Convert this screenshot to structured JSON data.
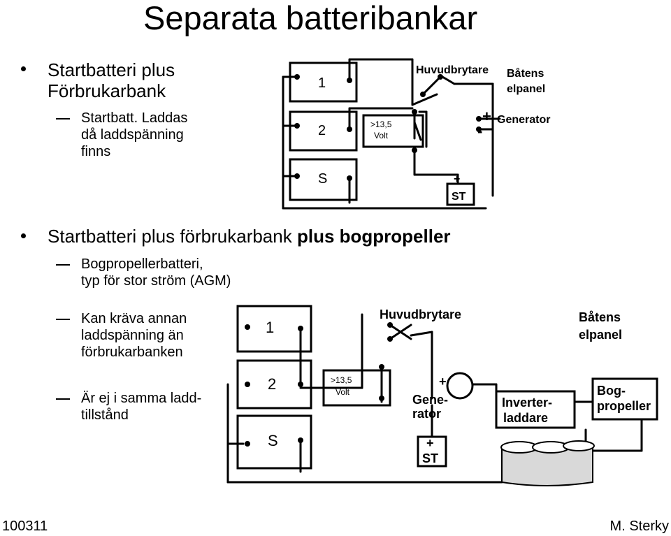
{
  "title": "Separata batteribankar",
  "section1": {
    "bullet_line1": "Startbatteri plus",
    "bullet_line2": "Förbrukarbank",
    "sub_lines": [
      "Startbatt. Laddas",
      "då laddspänning",
      "finns"
    ]
  },
  "section2": {
    "bullet_plain": "Startbatteri plus förbrukarbank ",
    "bullet_bold": "plus bogpropeller",
    "sub1_lines": [
      "Bogpropellerbatteri,",
      "typ för stor ström (AGM)"
    ],
    "sub2_lines": [
      "Kan kräva annan",
      "laddspänning än",
      "förbrukarbanken"
    ],
    "sub3_lines": [
      "Är ej i samma ladd-",
      "tillstånd"
    ]
  },
  "diagram1": {
    "battery_labels": [
      "1",
      "2",
      "S"
    ],
    "main_switch": "Huvudbrytare",
    "panel_line1": "Båtens",
    "panel_line2": "elpanel",
    "generator": "Generator",
    "relay_line1": ">13,5",
    "relay_line2": "Volt",
    "starter_plus": "+",
    "starter": "ST",
    "gen_plus": "+",
    "gen_minus": "-"
  },
  "diagram2": {
    "battery_labels": [
      "1",
      "2",
      "S"
    ],
    "main_switch": "Huvudbrytare",
    "panel_line1": "Båtens",
    "panel_line2": "elpanel",
    "relay_line1": ">13,5",
    "relay_line2": "Volt",
    "gen_line1": "Gene-",
    "gen_line2": "rator",
    "gen_plus": "+",
    "starter_plus": "+",
    "starter": "ST",
    "inverter_line1": "Inverter-",
    "inverter_line2": "laddare",
    "thruster_line1": "Bog-",
    "thruster_line2": "propeller"
  },
  "footer": {
    "left": "100311",
    "right": "M. Sterky"
  }
}
